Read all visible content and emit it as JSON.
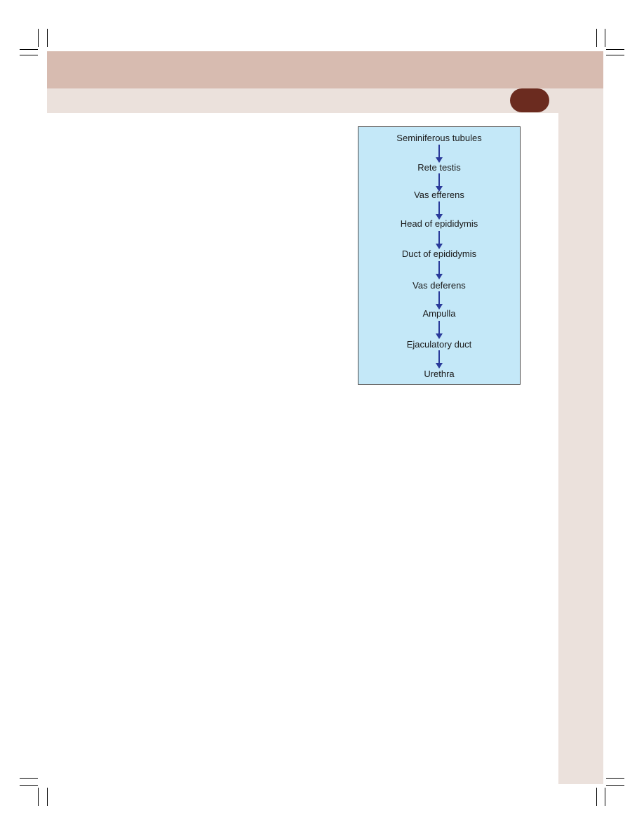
{
  "flow_diagram": {
    "steps": [
      "Seminiferous tubules",
      "Rete testis",
      "Vas efferens",
      "Head of epididymis",
      "Duct of epididymis",
      "Vas deferens",
      "Ampulla",
      "Ejaculatory duct",
      "Urethra"
    ]
  },
  "colors": {
    "header_band": "#d7bbb0",
    "subheader_band": "#ebe1dc",
    "page_badge": "#6b2b1f",
    "diagram_background": "#c4e8f8",
    "arrow": "#2a3a9a"
  }
}
